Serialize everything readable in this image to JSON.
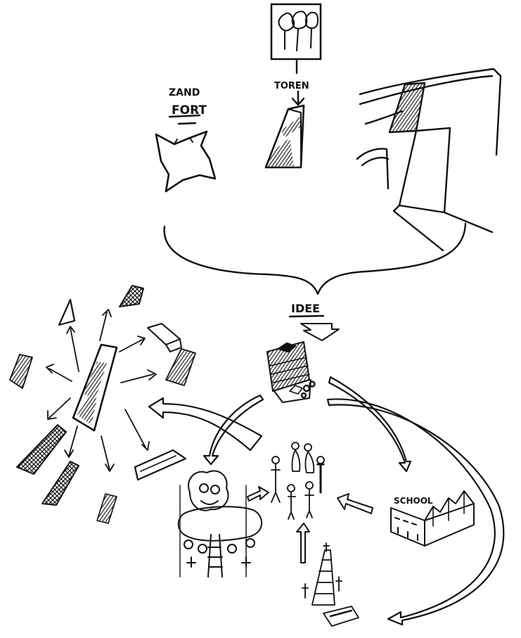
{
  "labels": {
    "zand": "ZAND",
    "fort": "FORT",
    "toren": "TOREN",
    "idee": "IDEE",
    "school": "SCHOOL"
  },
  "colors": {
    "ink": "#111111",
    "paper": "#ffffff"
  }
}
